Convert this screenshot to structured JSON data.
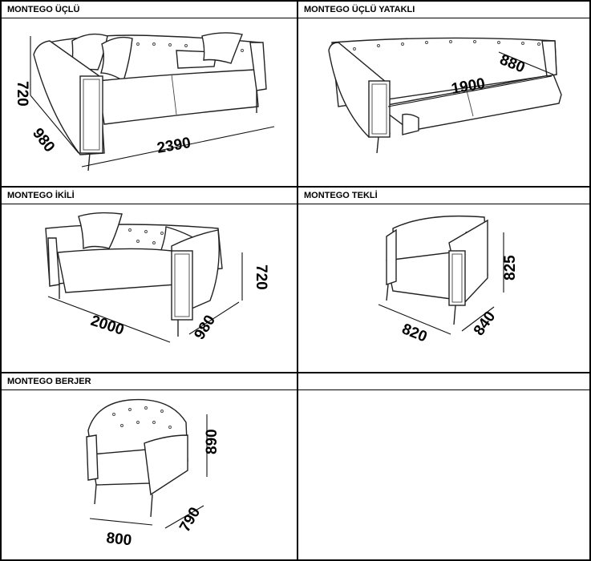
{
  "products": [
    {
      "title": "MONTEGO ÜÇLÜ",
      "dims": [
        "720",
        "980",
        "2390"
      ]
    },
    {
      "title": "MONTEGO ÜÇLÜ YATAKLI",
      "dims": [
        "880",
        "1900"
      ]
    },
    {
      "title": "MONTEGO İKİLİ",
      "dims": [
        "720",
        "2000",
        "980"
      ]
    },
    {
      "title": "MONTEGO TEKLİ",
      "dims": [
        "825",
        "820",
        "840"
      ]
    },
    {
      "title": "MONTEGO BERJER",
      "dims": [
        "890",
        "800",
        "790"
      ]
    },
    {
      "title": ""
    }
  ]
}
